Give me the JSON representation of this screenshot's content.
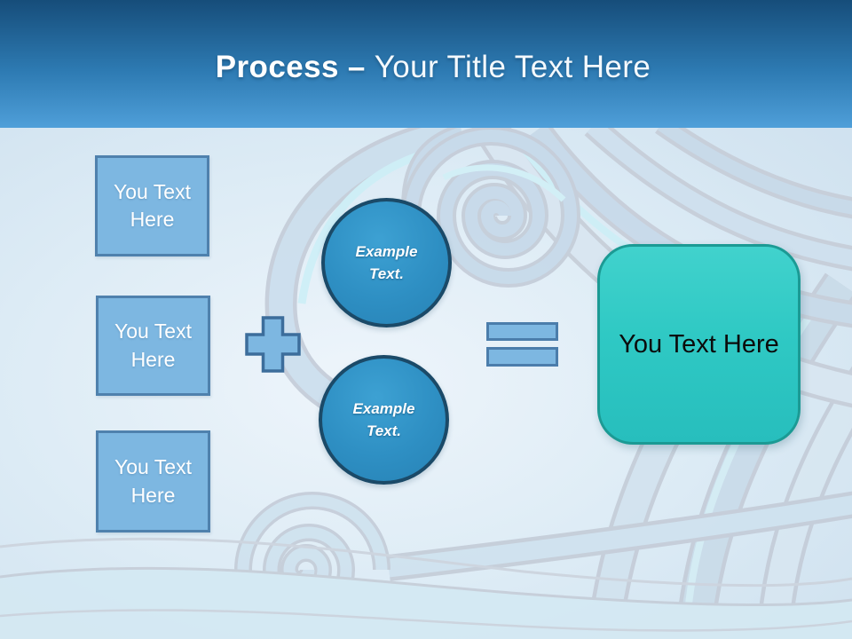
{
  "title": {
    "bold": "Process",
    "separator": "–",
    "rest": "Your Title Text Here"
  },
  "boxes": [
    {
      "label": "You Text Here"
    },
    {
      "label": "You Text Here"
    },
    {
      "label": "You Text Here"
    }
  ],
  "circles": [
    {
      "line1": "Example",
      "line2": "Text."
    },
    {
      "line1": "Example",
      "line2": "Text."
    }
  ],
  "result": {
    "label": "You Text Here"
  },
  "colors": {
    "header_top": "#164d7a",
    "header_bottom": "#4f9fd9",
    "box_fill": "#7db7e1",
    "box_border": "#4f81ad",
    "circle_fill": "#2e8fc3",
    "circle_border": "#1b4a68",
    "result_fill": "#2fc9c4",
    "result_border": "#1b9a94",
    "background": "#d3e4f1"
  }
}
